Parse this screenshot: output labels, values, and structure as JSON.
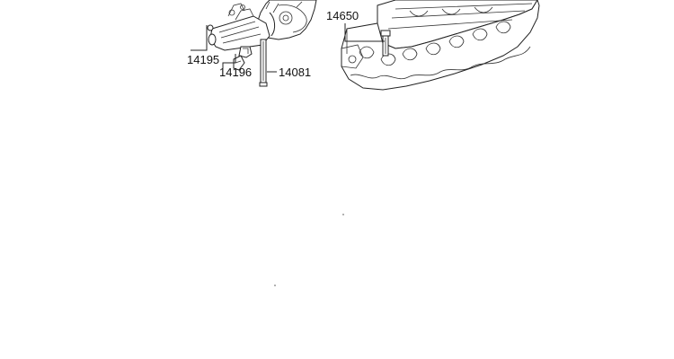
{
  "parts": {
    "p14195": "14195",
    "p14196": "14196",
    "p14081": "14081",
    "p14650": "14650"
  }
}
